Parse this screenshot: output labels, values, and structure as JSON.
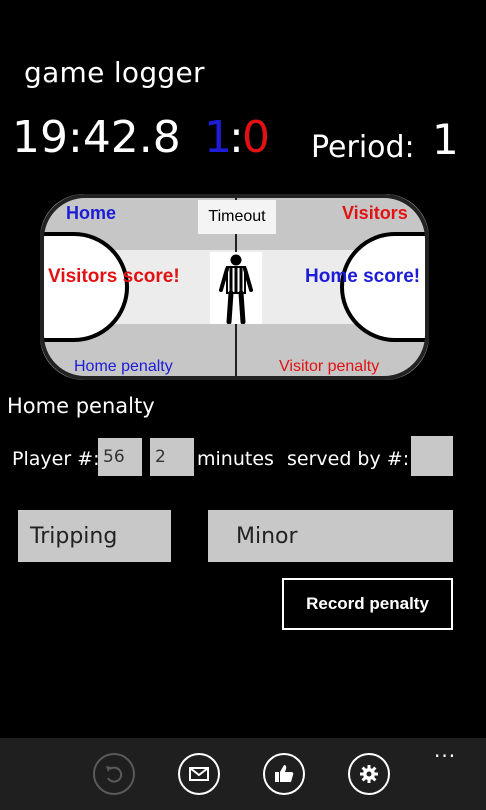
{
  "app": {
    "title": "game logger"
  },
  "scoreboard": {
    "clock": "19:42.8",
    "home_score": "1",
    "separator": ":",
    "visitor_score": "0",
    "period_label": "Period:",
    "period_value": "1",
    "home_color": "#1c1cd9",
    "visitor_color": "#e31212"
  },
  "rink": {
    "home_team_label": "Home",
    "visitors_team_label": "Visitors",
    "timeout_label": "Timeout",
    "visitors_score_label": "Visitors score!",
    "home_score_label": "Home score!",
    "home_penalty_label": "Home penalty",
    "visitor_penalty_label": "Visitor penalty",
    "referee_icon": "referee-icon"
  },
  "penalty_form": {
    "title": "Home penalty",
    "player_label": "Player #:",
    "player_value": "56",
    "minutes_value": "2",
    "minutes_label": "minutes",
    "served_by_label": "served by #:",
    "served_by_value": "",
    "infraction": "Tripping",
    "severity": "Minor",
    "record_button": "Record penalty"
  },
  "app_bar": {
    "buttons": [
      "undo-icon",
      "mail-icon",
      "thumbs-up-icon",
      "settings-icon"
    ],
    "more": "..."
  }
}
